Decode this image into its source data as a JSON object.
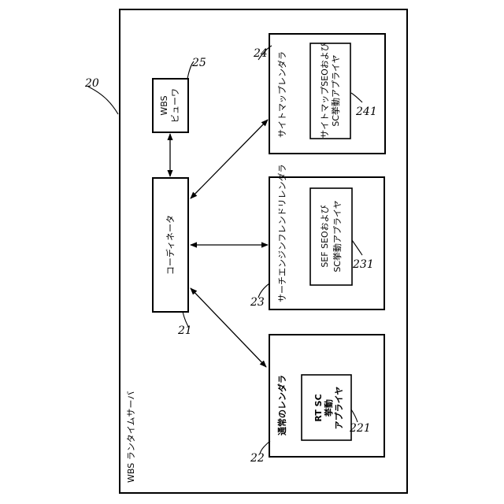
{
  "server": {
    "label": "WBS ランタイムサーバ",
    "ref": "20"
  },
  "viewer": {
    "line1": "WBS",
    "line2": "ビューワ",
    "ref": "25"
  },
  "coordinator": {
    "label": "コーディネータ",
    "ref": "21"
  },
  "normal_renderer": {
    "label": "通常のレンダラ",
    "ref": "22",
    "applier": {
      "line1": "RT SC",
      "line2": "挙動",
      "line3": "アプライヤ",
      "ref": "221"
    }
  },
  "search_renderer": {
    "label": "サーチエンジンフレンドリレンダラ",
    "ref": "23",
    "applier": {
      "line1": "SEF SEOおよび",
      "line2": "SC挙動アプライヤ",
      "ref": "231"
    }
  },
  "sitemap_renderer": {
    "label": "サイトマップレンダラ",
    "ref": "24",
    "applier": {
      "line1": "サイトマップSEOおよび",
      "line2": "SC挙動アプライヤ",
      "ref": "241"
    }
  }
}
